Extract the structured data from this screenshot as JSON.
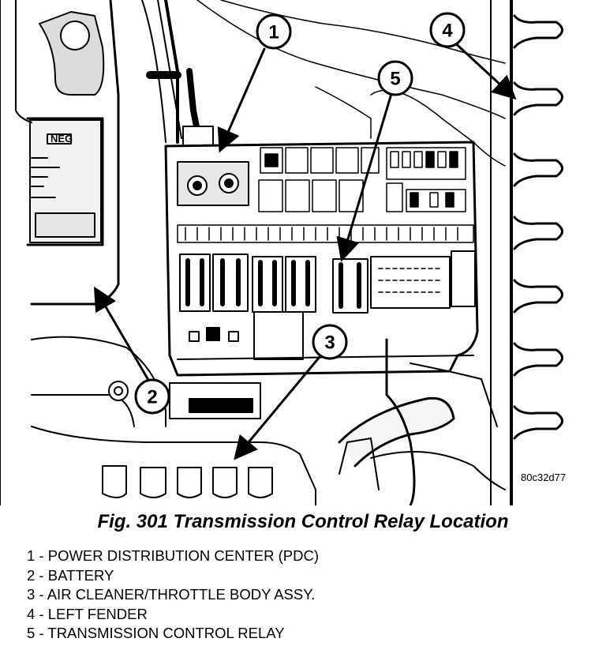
{
  "figure": {
    "image_code": "80c32d77",
    "neg_label": "NEG",
    "callouts": [
      "1",
      "2",
      "3",
      "4",
      "5"
    ]
  },
  "caption": "Fig. 301 Transmission Control Relay Location",
  "legend": [
    "1 - POWER DISTRIBUTION CENTER (PDC)",
    "2 - BATTERY",
    "3 - AIR CLEANER/THROTTLE BODY ASSY.",
    "4 - LEFT FENDER",
    "5 - TRANSMISSION CONTROL RELAY"
  ]
}
